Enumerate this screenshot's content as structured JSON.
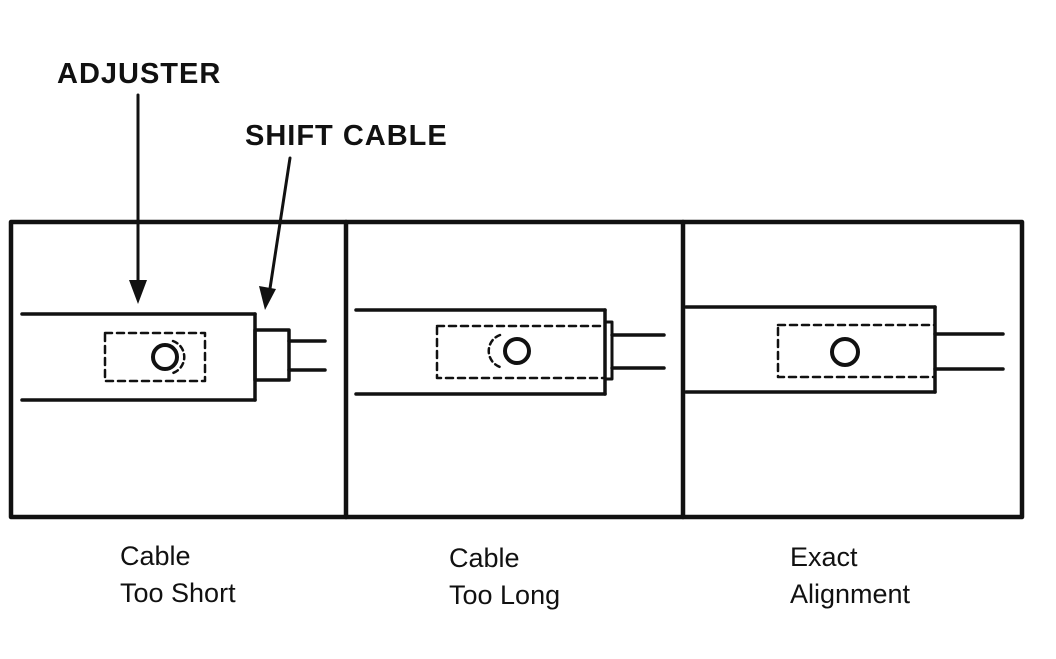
{
  "callouts": {
    "adjuster": "ADJUSTER",
    "shift_cable": "SHIFT CABLE"
  },
  "panels": [
    {
      "caption_line1": "Cable",
      "caption_line2": "Too Short"
    },
    {
      "caption_line1": "Cable",
      "caption_line2": "Too Long"
    },
    {
      "caption_line1": "Exact",
      "caption_line2": "Alignment"
    }
  ]
}
